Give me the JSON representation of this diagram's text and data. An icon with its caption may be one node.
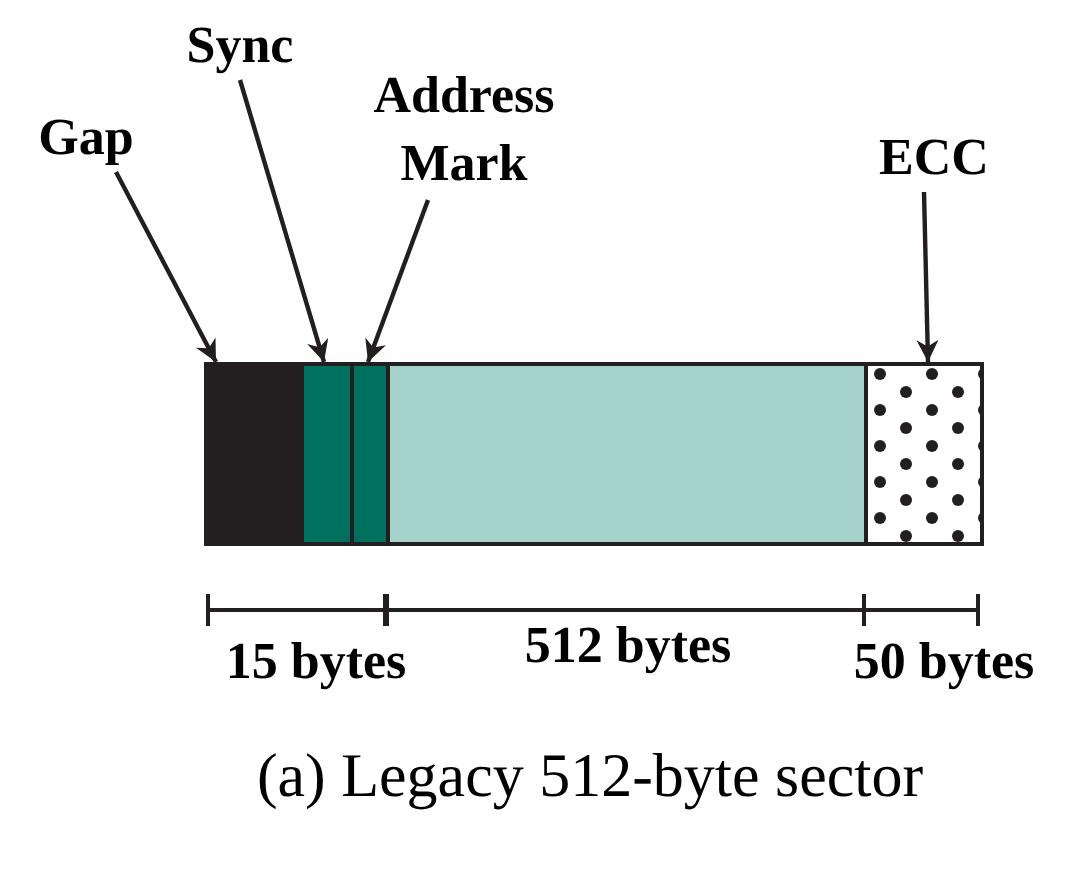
{
  "diagram": {
    "caption": "(a) Legacy 512-byte sector",
    "nodes": [
      {
        "text": [
          "Gap"
        ]
      },
      {
        "text": [
          "Sync"
        ]
      },
      {
        "text": [
          "Address Mark"
        ]
      },
      {
        "text": [
          "ECC"
        ]
      },
      {
        "text": [],
        "shape": "box"
      },
      {
        "text": [],
        "shape": "box"
      },
      {
        "text": [],
        "shape": "box"
      },
      {
        "text": [],
        "shape": "box"
      },
      {
        "text": [],
        "shape": "box"
      }
    ],
    "edges": [
      {
        "from": 0,
        "to": 4,
        "arrow": "to"
      },
      {
        "from": 1,
        "to": 5,
        "arrow": "to"
      },
      {
        "from": 2,
        "to": 6,
        "arrow": "to"
      },
      {
        "from": 3,
        "to": 8,
        "arrow": "to"
      }
    ],
    "labels": [
      "15 bytes",
      "512 bytes",
      "50 bytes"
    ]
  }
}
